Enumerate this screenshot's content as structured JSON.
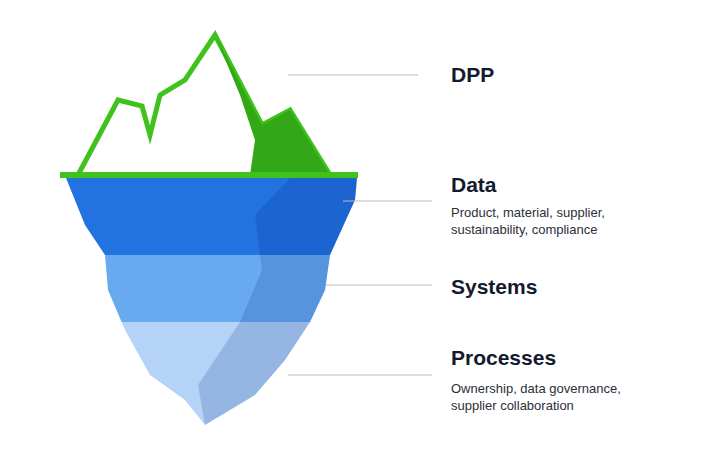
{
  "diagram": {
    "labels": [
      "DPP",
      "Data",
      "Product, material, supplier, sustainability, compliance",
      "Systems",
      "Processes",
      "Ownership, data governance, supplier collaboration"
    ]
  }
}
